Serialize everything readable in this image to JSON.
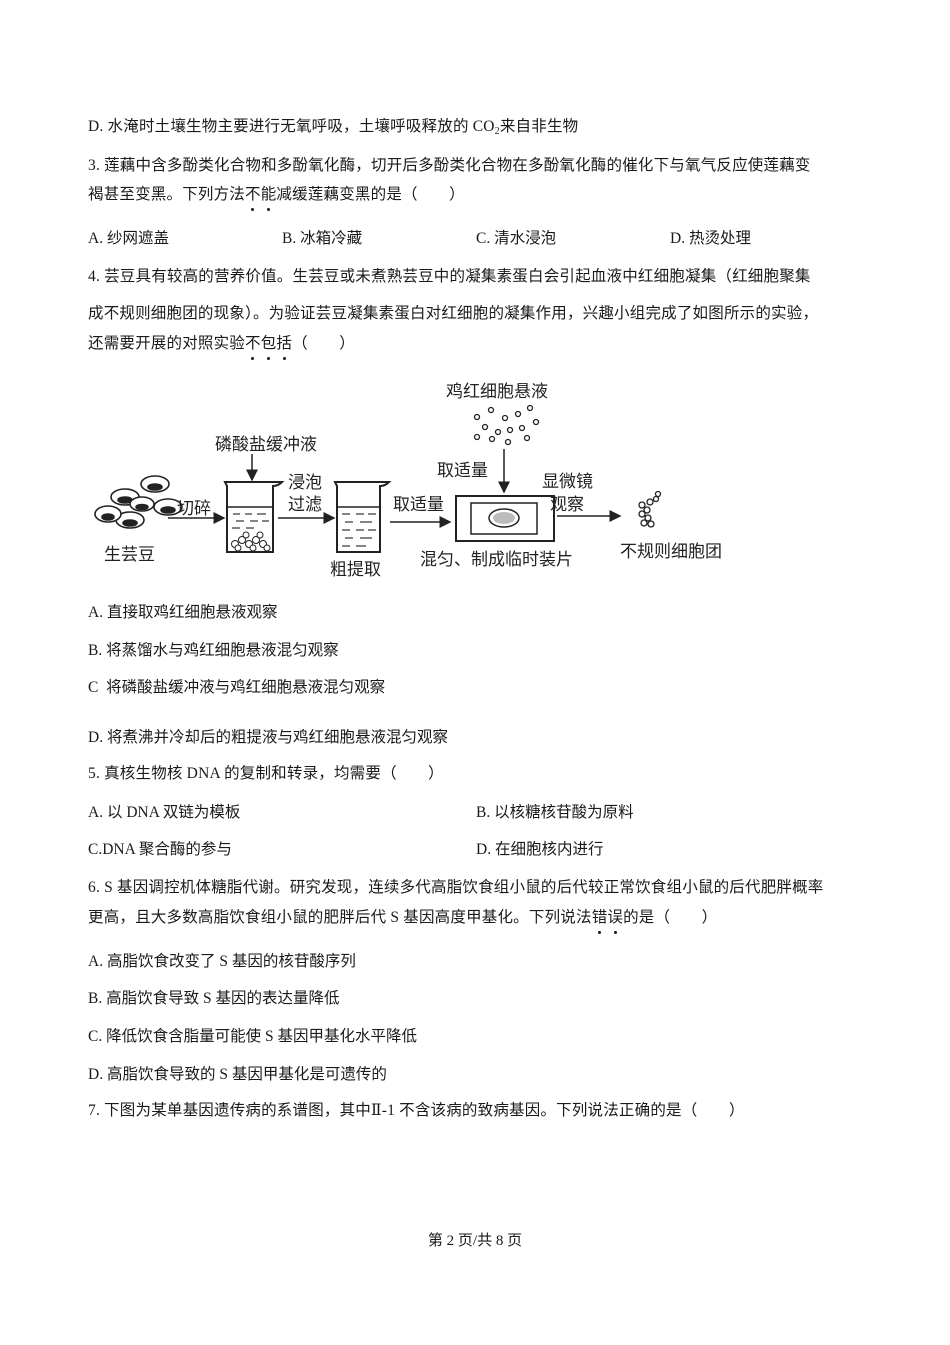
{
  "q2_optionD": {
    "label": "D.",
    "text_before": "水淹时土壤生物主要进行无氧呼吸，土壤呼吸释放的 CO",
    "sub": "2",
    "text_after": "来自非生物"
  },
  "q3": {
    "line1": "3. 莲藕中含多酚类化合物和多酚氧化酶，切开后多酚类化合物在多酚氧化酶的催化下与氧气反应使莲藕变",
    "line2_before": "褐甚至变黑。下列方法",
    "line2_emph1": "不",
    "line2_emph2": "能",
    "line2_after": "减缓莲藕变黑的是（　　）",
    "options": [
      {
        "label": "A.",
        "text": "纱网遮盖"
      },
      {
        "label": "B.",
        "text": "冰箱冷藏"
      },
      {
        "label": "C.",
        "text": "清水浸泡"
      },
      {
        "label": "D.",
        "text": "热烫处理"
      }
    ]
  },
  "q4": {
    "line1": "4. 芸豆具有较高的营养价值。生芸豆或未煮熟芸豆中的凝集素蛋白会引起血液中红细胞凝集（红细胞聚集",
    "line2": "成不规则细胞团的现象）。为验证芸豆凝集素蛋白对红细胞的凝集作用，兴趣小组完成了如图所示的实验，",
    "line3_before": "还需要开展的对照实验",
    "line3_emph1": "不",
    "line3_emph2": "包",
    "line3_emph3": "括",
    "line3_after": "（　　）",
    "figure": {
      "raw_beans": "生芸豆",
      "chop": "切碎",
      "buffer": "磷酸盐缓冲液",
      "soak1": "浸泡",
      "soak2": "过滤",
      "crude": "粗提取",
      "take1": "取适量",
      "rbc": "鸡红细胞悬液",
      "take2": "取适量",
      "mix": "混匀、制成临时装片",
      "micro1": "显微镜",
      "micro2": "观察",
      "clump": "不规则细胞团"
    },
    "options": [
      {
        "label": "A.",
        "text": "直接取鸡红细胞悬液观察"
      },
      {
        "label": "B.",
        "text": "将蒸馏水与鸡红细胞悬液混匀观察"
      },
      {
        "label": "C",
        "text": "将磷酸盐缓冲液与鸡红细胞悬液混匀观察"
      },
      {
        "label": "D.",
        "text": "将煮沸并冷却后的粗提液与鸡红细胞悬液混匀观察"
      }
    ]
  },
  "q5": {
    "stem": "5. 真核生物核 DNA 的复制和转录，均需要（　　）",
    "options": [
      {
        "label": "A.",
        "text": "以 DNA 双链为模板"
      },
      {
        "label": "B.",
        "text": "以核糖核苷酸为原料"
      },
      {
        "label": "C.",
        "text": "DNA 聚合酶的参与"
      },
      {
        "label": "D.",
        "text": "在细胞核内进行"
      }
    ]
  },
  "q6": {
    "line1": "6. S 基因调控机体糖脂代谢。研究发现，连续多代高脂饮食组小鼠的后代较正常饮食组小鼠的后代肥胖概率",
    "line2_before": "更高，且大多数高脂饮食组小鼠的肥胖后代 S 基因高度甲基化。下列说法",
    "line2_emph1": "错",
    "line2_emph2": "误",
    "line2_after": "的是（　　）",
    "options": [
      {
        "label": "A.",
        "text": "高脂饮食改变了 S 基因的核苷酸序列"
      },
      {
        "label": "B.",
        "text": "高脂饮食导致 S 基因的表达量降低"
      },
      {
        "label": "C.",
        "text": "降低饮食含脂量可能使 S 基因甲基化水平降低"
      },
      {
        "label": "D.",
        "text": "高脂饮食导致的 S 基因甲基化是可遗传的"
      }
    ]
  },
  "q7": {
    "stem": "7. 下图为某单基因遗传病的系谱图，其中Ⅱ-1 不含该病的致病基因。下列说法正确的是（　　）"
  },
  "footer": {
    "page": "第 2 页/共 8 页"
  }
}
